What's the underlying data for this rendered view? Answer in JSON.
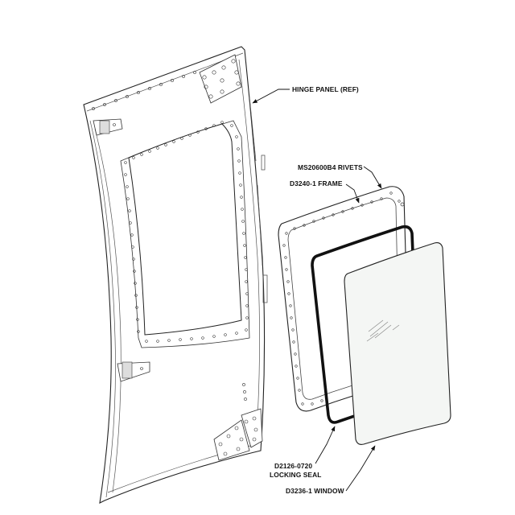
{
  "labels": {
    "hinge_panel": "HINGE PANEL (REF)",
    "rivets": "MS20600B4 RIVETS",
    "frame": "D3240-1 FRAME",
    "seal_line1": "D2126-0720",
    "seal_line2": "LOCKING SEAL",
    "window": "D3236-1 WINDOW"
  },
  "colors": {
    "line": "#222222",
    "panel_fill": "#ffffff",
    "glass_fill": "#f4f6f4",
    "seal": "#111111"
  }
}
